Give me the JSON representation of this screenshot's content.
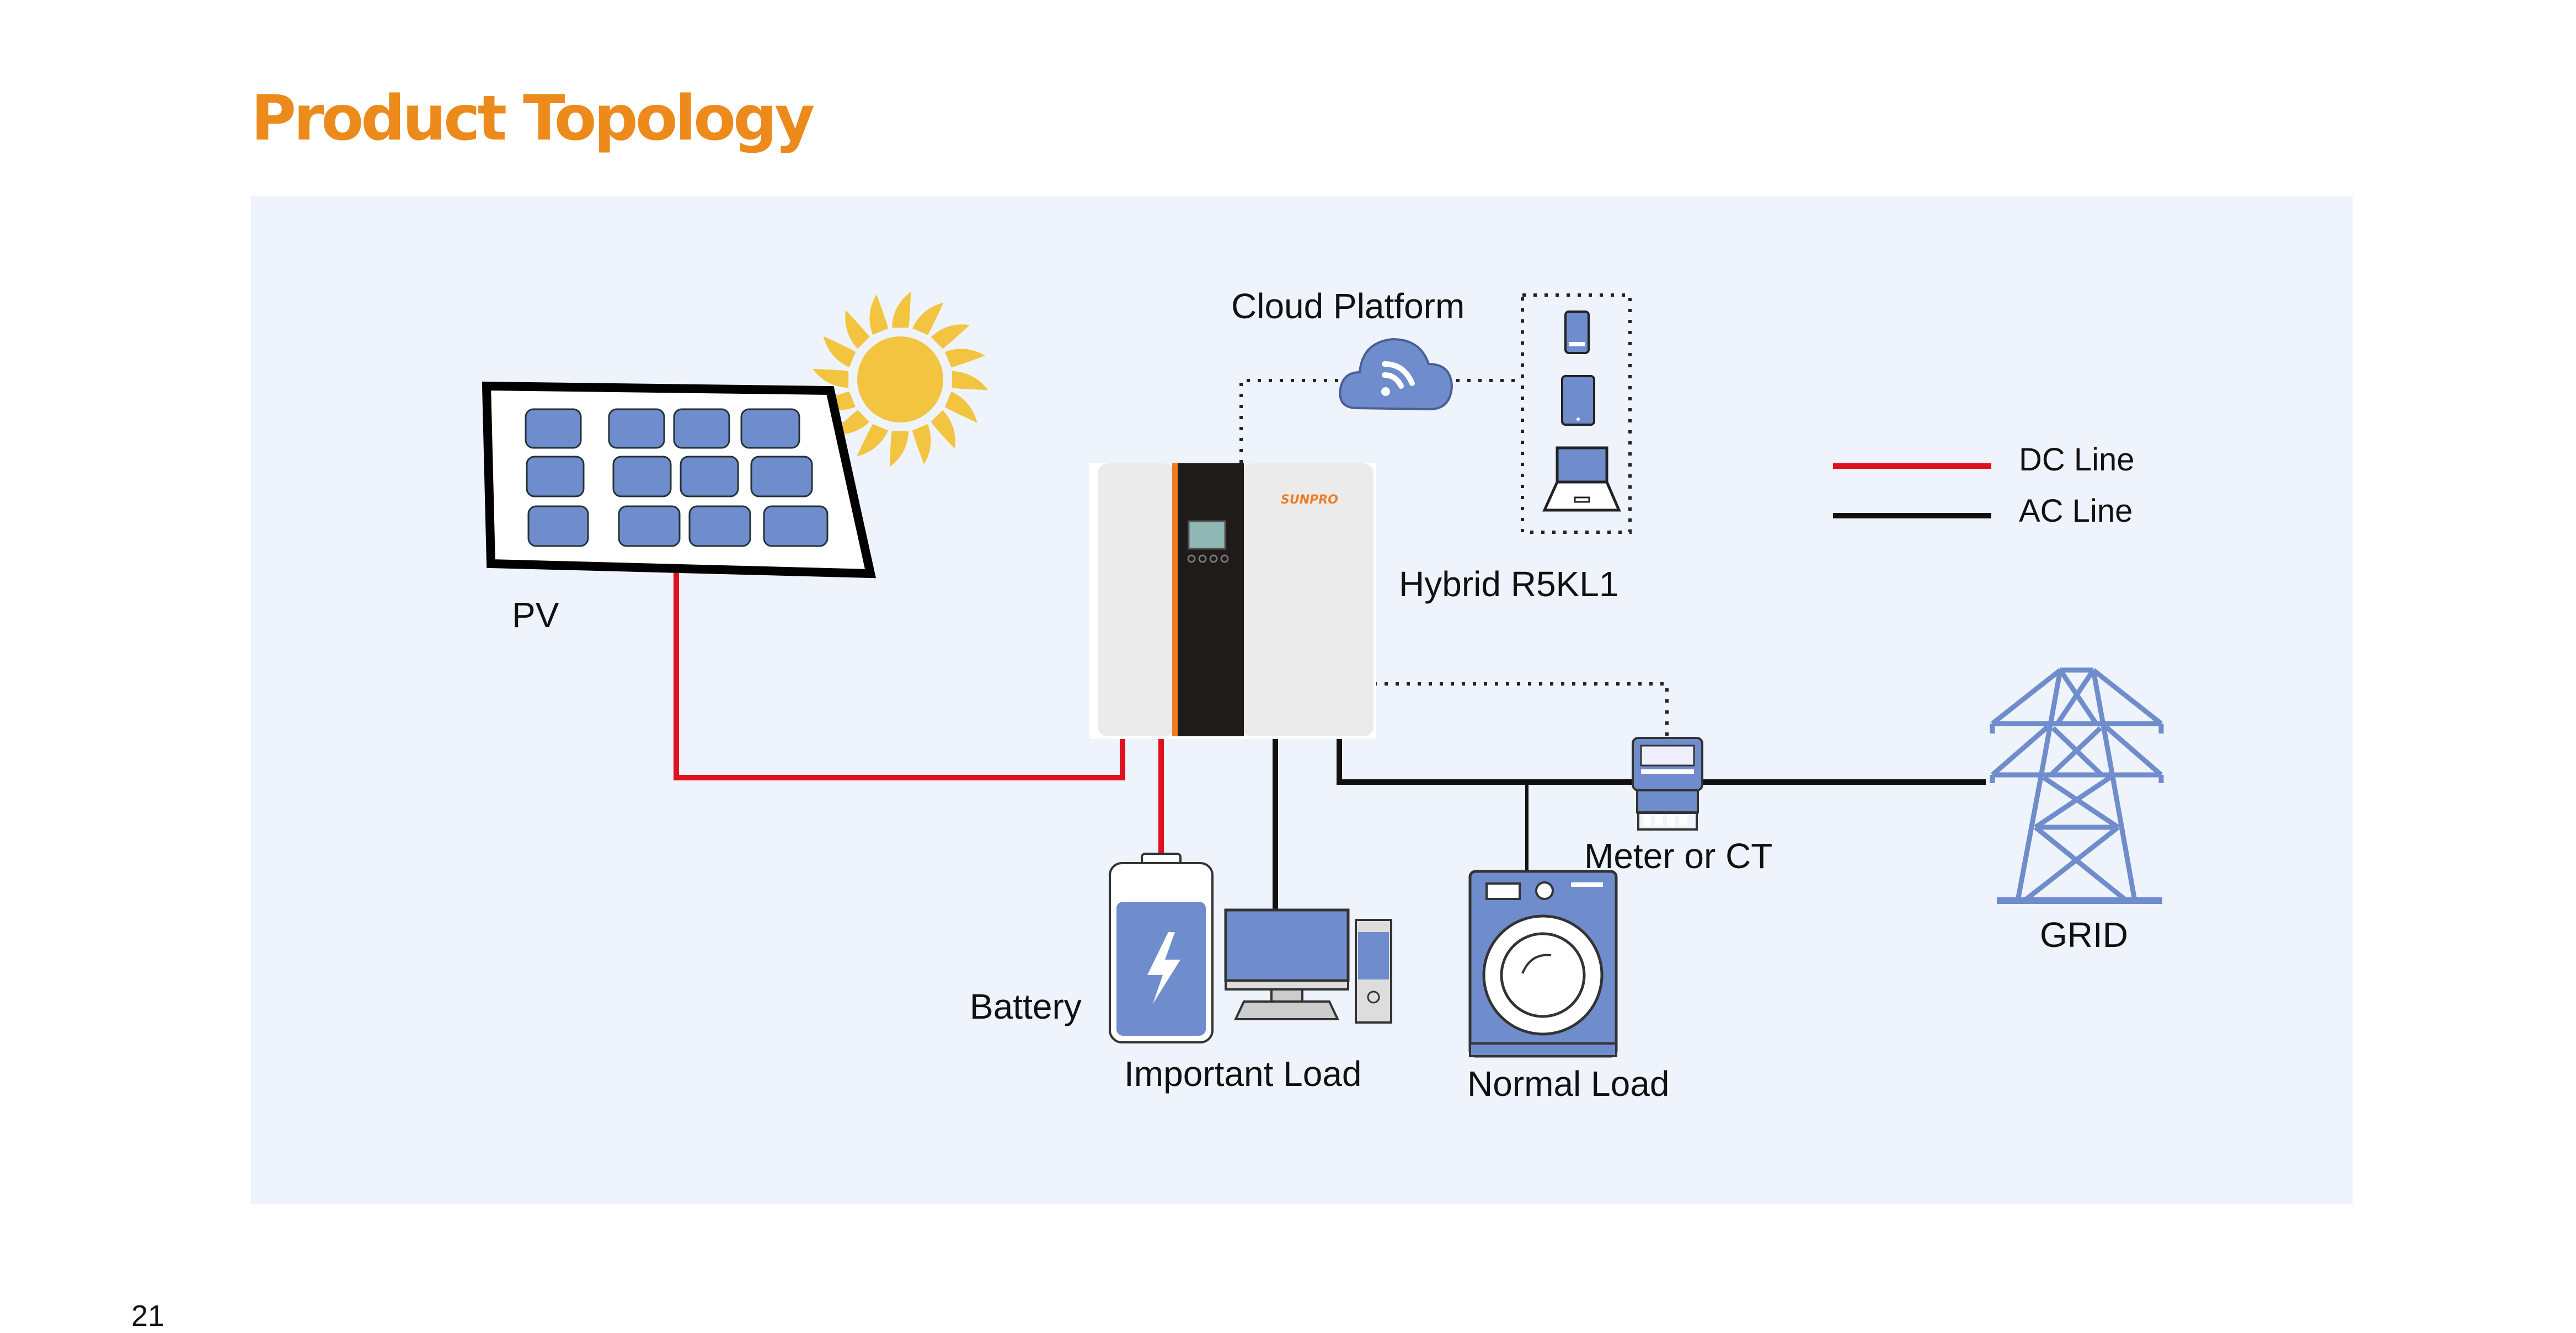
{
  "page": {
    "title": "Product Topology",
    "page_number": "21"
  },
  "colors": {
    "title": "#ed8a1c",
    "panel": "#eff3fb",
    "dc_line": "#e0101e",
    "ac_line": "#111111",
    "device_blue": "#6f8ccc",
    "sun": "#f2c440"
  },
  "legend": [
    {
      "label": "DC Line",
      "color": "#e0101e"
    },
    {
      "label": "AC Line",
      "color": "#111111"
    }
  ],
  "nodes": {
    "pv": {
      "label": "PV",
      "icon": "solar-panel-icon"
    },
    "sun": {
      "icon": "sun-icon"
    },
    "cloud": {
      "label": "Cloud Platform",
      "icon": "cloud-wifi-icon"
    },
    "devices": {
      "icons": [
        "phone-icon",
        "tablet-icon",
        "laptop-icon"
      ]
    },
    "inverter": {
      "label": "Hybrid R5KL1",
      "brand": "SUNPRO",
      "icon": "inverter-icon"
    },
    "battery": {
      "label": "Battery",
      "icon": "battery-icon"
    },
    "important_load": {
      "label": "Important Load",
      "icon": "desktop-computer-icon"
    },
    "normal_load": {
      "label": "Normal Load",
      "icon": "washing-machine-icon"
    },
    "meter": {
      "label": "Meter or CT",
      "icon": "meter-icon"
    },
    "grid": {
      "label": "GRID",
      "icon": "transmission-tower-icon"
    }
  },
  "connections": [
    {
      "from": "PV",
      "to": "Hybrid R5KL1",
      "type": "DC Line"
    },
    {
      "from": "Battery",
      "to": "Hybrid R5KL1",
      "type": "DC Line"
    },
    {
      "from": "Hybrid R5KL1",
      "to": "Important Load",
      "type": "AC Line"
    },
    {
      "from": "Hybrid R5KL1",
      "to": "Normal Load",
      "type": "AC Line"
    },
    {
      "from": "Hybrid R5KL1",
      "to": "GRID",
      "type": "AC Line",
      "via": "Meter or CT"
    },
    {
      "from": "Hybrid R5KL1",
      "to": "Cloud Platform",
      "type": "communication"
    },
    {
      "from": "Hybrid R5KL1",
      "to": "Meter or CT",
      "type": "communication"
    },
    {
      "from": "Cloud Platform",
      "to": "User devices",
      "type": "communication"
    }
  ]
}
